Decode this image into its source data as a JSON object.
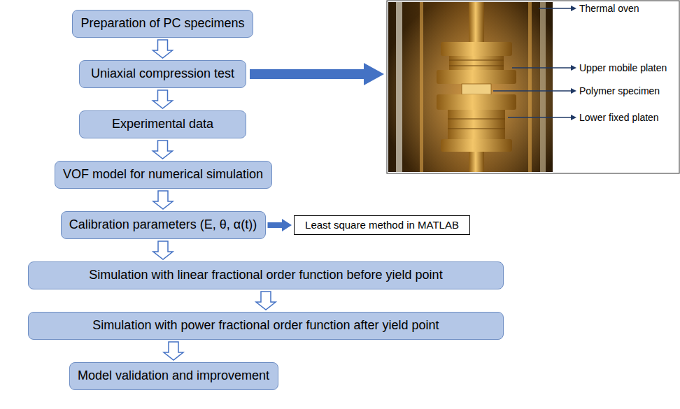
{
  "diagram": {
    "nodes": [
      {
        "text": [
          "Preparation of PC specimens"
        ]
      },
      {
        "text": [
          "Uniaxial compression test"
        ]
      },
      {
        "text": [
          "Experimental data"
        ]
      },
      {
        "text": [
          "VOF model for numerical simulation"
        ]
      },
      {
        "text": [
          "Calibration parameters (E, θ, α(t))"
        ]
      },
      {
        "text": [
          "Least square method in MATLAB"
        ]
      },
      {
        "text": [
          "Simulation with linear fractional order function before yield point"
        ]
      },
      {
        "text": [
          "Simulation with power fractional order function after yield point"
        ]
      },
      {
        "text": [
          "Model validation and improvement"
        ]
      }
    ],
    "edges": [
      {
        "from": 0,
        "to": 1,
        "arrow": "to"
      },
      {
        "from": 1,
        "to": 2,
        "arrow": "to"
      },
      {
        "from": 2,
        "to": 3,
        "arrow": "to"
      },
      {
        "from": 3,
        "to": 4,
        "arrow": "to"
      },
      {
        "from": 4,
        "to": 5,
        "arrow": "to"
      },
      {
        "from": 4,
        "to": 6,
        "arrow": "to"
      },
      {
        "from": 6,
        "to": 7,
        "arrow": "to"
      },
      {
        "from": 7,
        "to": 8,
        "arrow": "to"
      }
    ],
    "labels": [
      "Thermal oven",
      "Upper mobile platen",
      "Polymer specimen",
      "Lower fixed platen"
    ]
  }
}
